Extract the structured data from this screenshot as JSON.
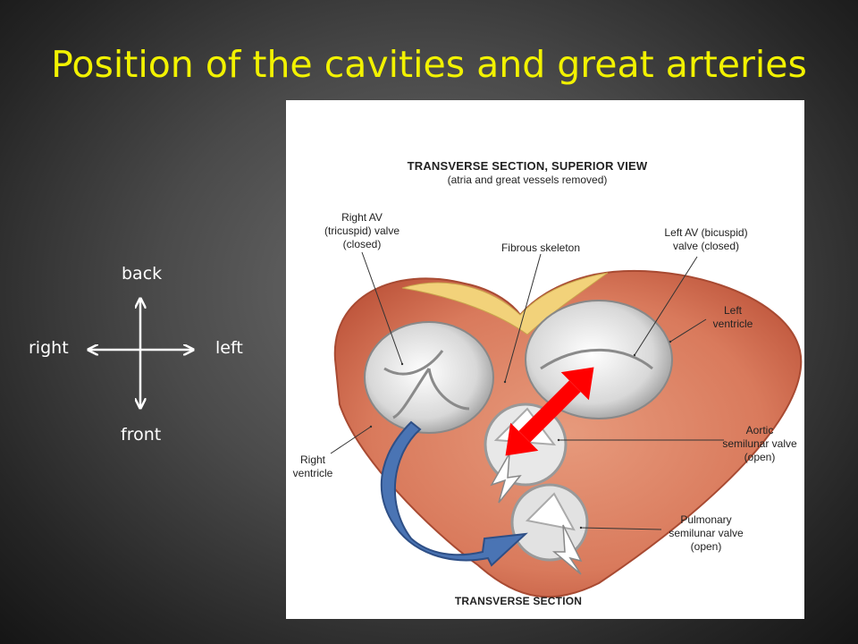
{
  "slide": {
    "title": "Position of the cavities and great arteries"
  },
  "orientation": {
    "back": "back",
    "front": "front",
    "right": "right",
    "left": "left"
  },
  "figure": {
    "heading": "TRANSVERSE SECTION, SUPERIOR VIEW",
    "subheading": "(atria and great vessels removed)",
    "labels": {
      "right_av_line1": "Right AV",
      "right_av_line2": "(tricuspid) valve",
      "right_av_line3": "(closed)",
      "fibrous": "Fibrous skeleton",
      "left_av_line1": "Left AV (bicuspid)",
      "left_av_line2": "valve (closed)",
      "left_ventricle_line1": "Left",
      "left_ventricle_line2": "ventricle",
      "aortic_line1": "Aortic",
      "aortic_line2": "semilunar valve",
      "aortic_line3": "(open)",
      "right_ventricle_line1": "Right",
      "right_ventricle_line2": "ventricle",
      "pulmonary_line1": "Pulmonary",
      "pulmonary_line2": "semilunar valve",
      "pulmonary_line3": "(open)"
    },
    "caption": "TRANSVERSE SECTION"
  },
  "colors": {
    "title": "#f2f200",
    "red_arrow": "#ff0000",
    "blue_arrow": "#4a74b4"
  }
}
